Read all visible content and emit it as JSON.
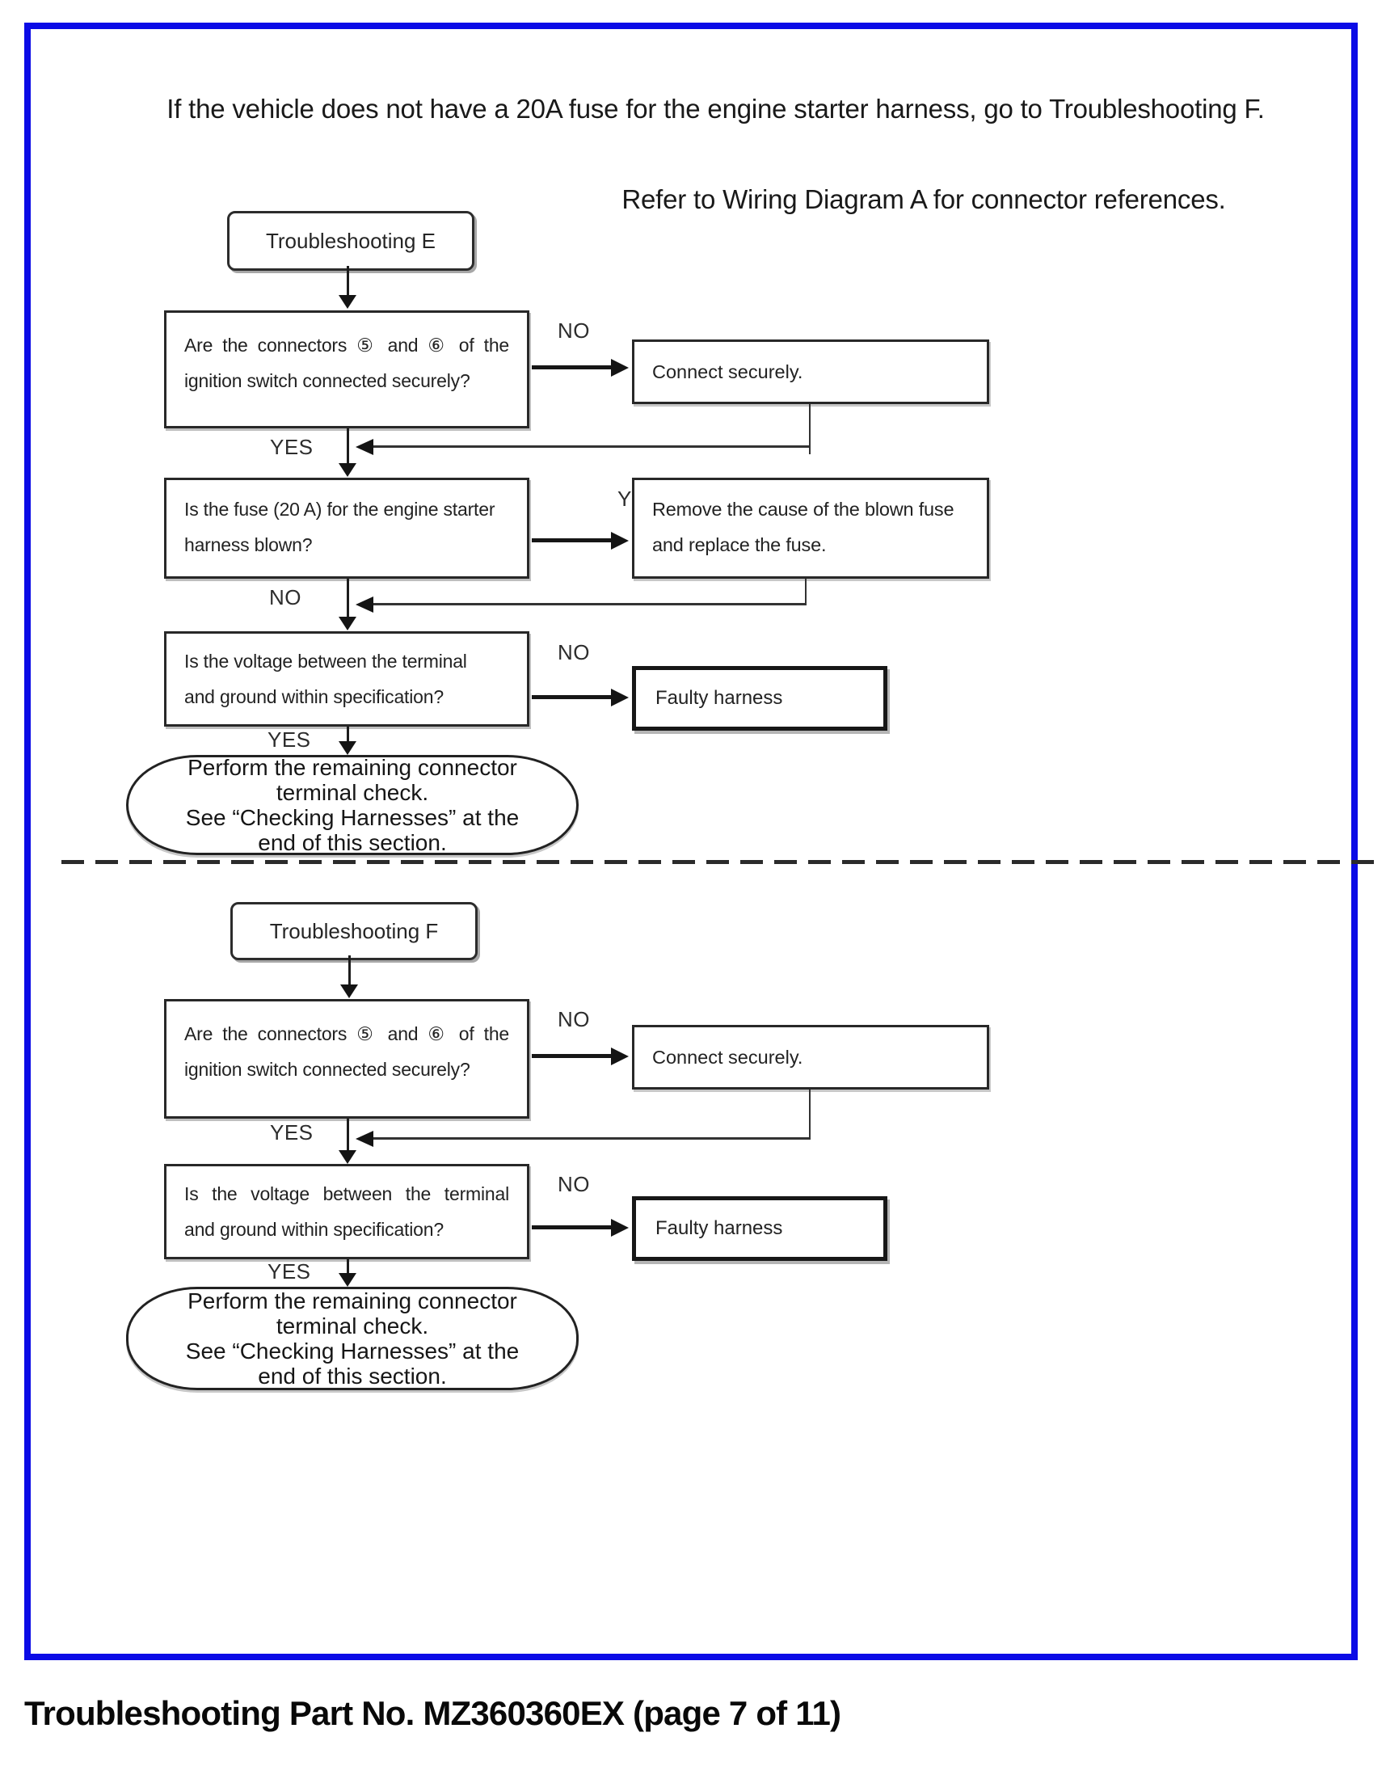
{
  "frame": {
    "border_color": "#0b0be6"
  },
  "notes": {
    "intro": "If the vehicle does not have a 20A fuse for the engine starter harness, go to Troubleshooting F.",
    "wiring": "Refer to Wiring Diagram A for connector references."
  },
  "labels": {
    "yes": "YES",
    "no": "NO"
  },
  "chart_e": {
    "title": "Troubleshooting E",
    "q1": [
      "Are the connectors ⑤ and ⑥ of the",
      "ignition switch connected securely?"
    ],
    "a1": "Connect securely.",
    "q2": [
      "Is the fuse (20 A) for the engine starter",
      "harness blown?"
    ],
    "a2": [
      "Remove the cause of the blown fuse",
      "and replace the fuse."
    ],
    "q3": [
      "Is the voltage between the terminal",
      "and ground within specification?"
    ],
    "a3": "Faulty harness",
    "end": [
      "Perform the remaining connector",
      "terminal check.",
      "See “Checking Harnesses” at the",
      "end of this section."
    ]
  },
  "chart_f": {
    "title": "Troubleshooting F",
    "q1": [
      "Are the connectors ⑤ and ⑥ of the",
      "ignition switch connected securely?"
    ],
    "a1": "Connect securely.",
    "q2": [
      "Is the voltage between the terminal",
      "and ground within specification?"
    ],
    "a2": "Faulty harness",
    "end": [
      "Perform the remaining connector",
      "terminal check.",
      "See “Checking Harnesses” at the",
      "end of this section."
    ]
  },
  "footer": {
    "caption": "Troubleshooting Part No. MZ360360EX (page 7 of 11)"
  }
}
